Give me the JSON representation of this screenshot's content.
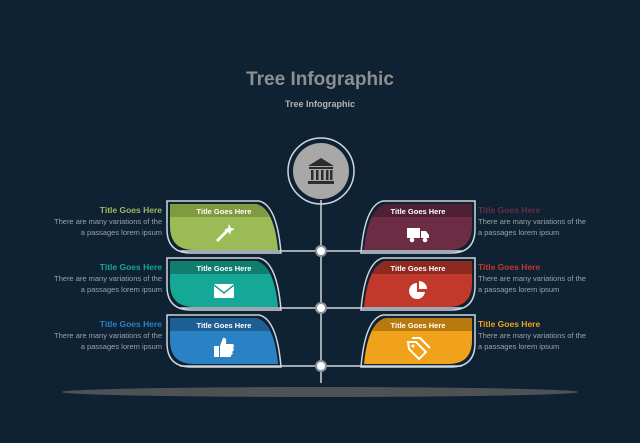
{
  "header": {
    "title": "Tree Infographic",
    "subtitle": "Tree Infographic"
  },
  "top_node": {
    "icon": "bank-icon"
  },
  "leaves": [
    {
      "side": "left",
      "title": "Title Goes Here",
      "heading": "Title Goes Here",
      "desc1": "There are many variations of the",
      "desc2": "a passages lorem ipsum",
      "color": "#9bbb57",
      "accent": "#7f9a3f",
      "icon": "magic-wand-icon"
    },
    {
      "side": "left",
      "title": "Title Goes Here",
      "heading": "Title Goes Here",
      "desc1": "There are many variations of the",
      "desc2": "a passages lorem ipsum",
      "color": "#16a896",
      "accent": "#0f7d70",
      "icon": "envelope-icon"
    },
    {
      "side": "left",
      "title": "Title Goes Here",
      "heading": "Title Goes Here",
      "desc1": "There are many variations of the",
      "desc2": "a passages lorem ipsum",
      "color": "#2a82c4",
      "accent": "#1d5f92",
      "icon": "thumbs-up-icon"
    },
    {
      "side": "right",
      "title": "Title Goes Here",
      "heading": "Title Goes Here",
      "desc1": "There are many variations of the",
      "desc2": "a passages lorem ipsum",
      "color": "#6b2c44",
      "accent": "#4f2033",
      "icon": "truck-icon"
    },
    {
      "side": "right",
      "title": "Title Goes Here",
      "heading": "Title Goes Here",
      "desc1": "There are many variations of the",
      "desc2": "a passages lorem ipsum",
      "color": "#c0392b",
      "accent": "#8f2a20",
      "icon": "pie-chart-icon"
    },
    {
      "side": "right",
      "title": "Title Goes Here",
      "heading": "Title Goes Here",
      "desc1": "There are many variations of the",
      "desc2": "a passages lorem ipsum",
      "color": "#f0a31a",
      "accent": "#b87a0f",
      "icon": "tag-icon"
    }
  ]
}
